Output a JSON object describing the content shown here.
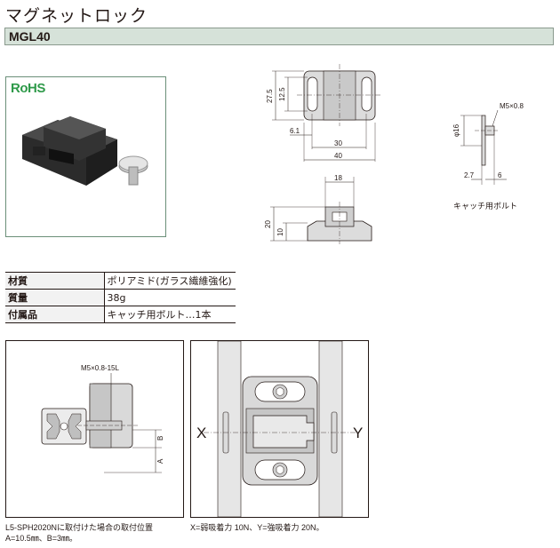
{
  "header": {
    "title": "マグネットロック",
    "model": "MGL40"
  },
  "photo": {
    "badge": "RoHS"
  },
  "drawing_top": {
    "dims": {
      "h_outer": "27.5",
      "h_inner": "12.5",
      "offset": "6.1",
      "inner_w": "30",
      "outer_w": "40"
    }
  },
  "drawing_side": {
    "dims": {
      "top_w": "18",
      "h_total": "20",
      "h_base": "10"
    }
  },
  "drawing_bolt": {
    "dims": {
      "thread": "M5×0.8",
      "dia": "φ16",
      "head_t": "2.7",
      "len": "6"
    },
    "caption": "キャッチ用ボルト"
  },
  "specs": [
    {
      "label": "材質",
      "value": "ポリアミド(ガラス繊維強化)"
    },
    {
      "label": "質量",
      "value": "38g"
    },
    {
      "label": "付属品",
      "value": "キャッチ用ボルト…1本"
    }
  ],
  "mount_drawing": {
    "bolt_label": "M5×0.8-15L",
    "dim_a": "A",
    "dim_b": "B",
    "caption_line1": "L5-SPH2020Nに取付けた場合の取付位置",
    "caption_line2": "A=10.5㎜、B=3㎜。"
  },
  "force_drawing": {
    "label_x": "X",
    "label_y": "Y",
    "caption": "X=弱吸着力 10N、Y=強吸着力 20N。"
  },
  "colors": {
    "model_bar": "#d6e2d9",
    "rohs": "#2f9a4a",
    "part_fill": "#d9d9d9",
    "rail_fill": "#e6e6e6"
  }
}
